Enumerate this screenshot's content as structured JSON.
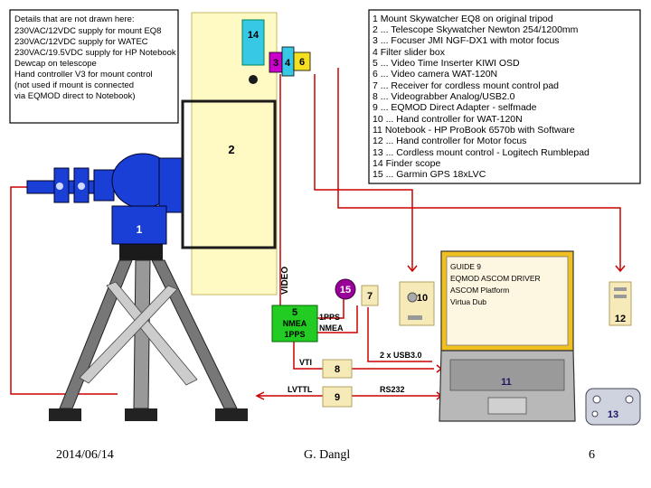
{
  "notes_box": {
    "lines": [
      "Details that are not drawn here:",
      "230VAC/12VDC supply for mount EQ8",
      "230VAC/12VDC supply for WATEC",
      "230VAC/19.5VDC supply for HP Notebook",
      "Dewcap on telescope",
      "Hand controller V3 for mount control",
      "(not used if mount is connected",
      "via EQMOD direct to Notebook)"
    ]
  },
  "legend": {
    "lines": [
      "1       Mount Skywatcher EQ8 on original tripod",
      "2 ... Telescope Skywatcher Newton 254/1200mm",
      "3 ... Focuser JMI NGF-DX1 with motor focus",
      "4       Filter slider box",
      "5 ... Video Time Inserter KIWI OSD",
      "6 ... Video camera WAT-120N",
      "7 ... Receiver for cordless mount control pad",
      "8 ... Videograbber Analog/USB2.0",
      "9 ... EQMOD Direct Adapter - selfmade",
      "10 ... Hand controller for WAT-120N",
      "11       Notebook - HP ProBook 6570b with Software",
      "12 ... Hand controller for Motor focus",
      "13 ... Cordless mount control - Logitech Rumblepad",
      "14       Finder scope",
      "15 ... Garmin GPS 18xLVC"
    ]
  },
  "components": {
    "c1": "1",
    "c2": "2",
    "c3": "3",
    "c4": "4",
    "c6": "6",
    "c7": "7",
    "c8": "8",
    "c9": "9",
    "c10": "10",
    "c11": "11",
    "c12": "12",
    "c13": "13",
    "c14": "14",
    "c15": "15",
    "c5_num": "5",
    "c5_l1": "NMEA",
    "c5_l2": "1PPS"
  },
  "labels": {
    "video": "VIDEO",
    "pps": "1PPS",
    "nmea": "NMEA",
    "vti": "VTI",
    "lvttl": "LVTTL",
    "rs232": "RS232",
    "usb": "2 x USB3.0"
  },
  "screen": {
    "lines": [
      "GUIDE 9",
      "EQMOD ASCOM DRIVER",
      "ASCOM Platform",
      "Virtua Dub"
    ]
  },
  "footer": {
    "date": "2014/06/14",
    "author": "G. Dangl",
    "page": "6"
  },
  "colors": {
    "cable_red": "#cc0000",
    "mount_blue": "#1a3fd6",
    "telescope_tube": "#fff9c4",
    "kiwi_green": "#22cc22",
    "gps_purple": "#990099",
    "box_beige": "#f6eab8"
  }
}
